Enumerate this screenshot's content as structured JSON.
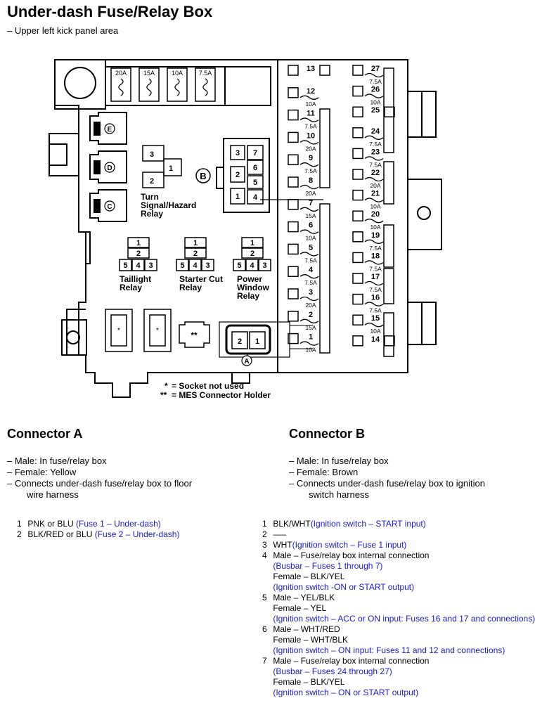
{
  "title": "Under-dash Fuse/Relay Box",
  "subtitle": "– Upper left kick panel area",
  "diagram": {
    "top_fuses": [
      "20A",
      "15A",
      "10A",
      "7.5A"
    ],
    "relay_labels": {
      "turn_signal": [
        "Turn",
        "Signal/Hazard",
        "Relay"
      ],
      "taillight": [
        "Taillight",
        "Relay"
      ],
      "starter_cut": [
        "Starter Cut",
        "Relay"
      ],
      "power_window": [
        "Power",
        "Window",
        "Relay"
      ]
    },
    "connector_letters": [
      "E",
      "D",
      "C"
    ],
    "connector_b_label": "B",
    "connector_a_label": "A",
    "connector_a_pins": [
      "2",
      "1"
    ],
    "connector_b_pins": [
      "3",
      "7",
      "6",
      "2",
      "5",
      "1",
      "4"
    ],
    "turn_relay_pins": [
      "3",
      "1",
      "2"
    ],
    "relay_pins": [
      "1",
      "2",
      "5",
      "4",
      "3"
    ],
    "socket_marks": [
      "*",
      "*",
      "**"
    ],
    "notes": [
      {
        "mark": "*",
        "text": "= Socket not used"
      },
      {
        "mark": "**",
        "text": "= MES Connector Holder"
      }
    ],
    "fuses_left": [
      {
        "num": "13",
        "amp": ""
      },
      {
        "num": "12",
        "amp": "10A"
      },
      {
        "num": "11",
        "amp": "7.5A"
      },
      {
        "num": "10",
        "amp": "20A"
      },
      {
        "num": "9",
        "amp": "7.5A"
      },
      {
        "num": "8",
        "amp": "20A"
      },
      {
        "num": "7",
        "amp": "15A"
      },
      {
        "num": "6",
        "amp": "10A"
      },
      {
        "num": "5",
        "amp": "7.5A"
      },
      {
        "num": "4",
        "amp": "7.5A"
      },
      {
        "num": "3",
        "amp": "20A"
      },
      {
        "num": "2",
        "amp": "15A"
      },
      {
        "num": "1",
        "amp": "10A"
      }
    ],
    "fuses_right": [
      {
        "num": "27",
        "amp": "7.5A"
      },
      {
        "num": "26",
        "amp": "10A"
      },
      {
        "num": "25",
        "amp": ""
      },
      {
        "num": "24",
        "amp": "7.5A"
      },
      {
        "num": "23",
        "amp": "7.5A"
      },
      {
        "num": "22",
        "amp": "20A"
      },
      {
        "num": "21",
        "amp": "10A"
      },
      {
        "num": "20",
        "amp": "10A"
      },
      {
        "num": "19",
        "amp": "7.5A"
      },
      {
        "num": "18",
        "amp": "7.5A"
      },
      {
        "num": "17",
        "amp": "7.5A"
      },
      {
        "num": "16",
        "amp": "7.5A"
      },
      {
        "num": "15",
        "amp": "10A"
      },
      {
        "num": "14",
        "amp": ""
      }
    ]
  },
  "connector_a": {
    "heading": "Connector A",
    "info": [
      "– Male: In fuse/relay box",
      "– Female: Yellow",
      "– Connects under-dash fuse/relay box to floor",
      "wire harness"
    ],
    "pins": [
      {
        "num": "1",
        "wire": "PNK or BLU",
        "desc": "(Fuse 1 – Under-dash)"
      },
      {
        "num": "2",
        "wire": "BLK/RED or BLU",
        "desc": "(Fuse 2 – Under-dash)"
      }
    ]
  },
  "connector_b": {
    "heading": "Connector B",
    "info": [
      "– Male: In fuse/relay box",
      "– Female: Brown",
      "– Connects under-dash fuse/relay box to ignition",
      "switch harness"
    ],
    "pins": [
      {
        "num": "1",
        "lines": [
          {
            "t": "BLK/WHT",
            "b": "(Ignition switch – START input)"
          }
        ]
      },
      {
        "num": "2",
        "lines": [
          {
            "t": "—–",
            "b": ""
          }
        ]
      },
      {
        "num": "3",
        "lines": [
          {
            "t": "WHT",
            "b": "(Ignition switch – Fuse 1 input)"
          }
        ]
      },
      {
        "num": "4",
        "lines": [
          {
            "t": "Male – Fuse/relay box internal connection",
            "b": ""
          },
          {
            "t": "",
            "b": "(Busbar – Fuses 1 through 7)"
          },
          {
            "t": "Female – BLK/YEL",
            "b": ""
          },
          {
            "t": "",
            "b": "(Ignition switch -ON or START output)"
          }
        ]
      },
      {
        "num": "5",
        "lines": [
          {
            "t": "Male – YEL/BLK",
            "b": ""
          },
          {
            "t": "Female – YEL",
            "b": ""
          },
          {
            "t": "",
            "b": "(Ignition switch – ACC or ON input: Fuses 16 and 17 and connections)"
          }
        ]
      },
      {
        "num": "6",
        "lines": [
          {
            "t": "Male – WHT/RED",
            "b": ""
          },
          {
            "t": "Female – WHT/BLK",
            "b": ""
          },
          {
            "t": "",
            "b": "(Ignition switch – ON input: Fuses 11 and 12 and connections)"
          }
        ]
      },
      {
        "num": "7",
        "lines": [
          {
            "t": "Male – Fuse/relay box internal connection",
            "b": ""
          },
          {
            "t": "",
            "b": "(Busbar – Fuses 24 through 27)"
          },
          {
            "t": "Female – BLK/YEL",
            "b": ""
          },
          {
            "t": "",
            "b": "(Ignition switch – ON or START output)"
          }
        ]
      }
    ]
  }
}
